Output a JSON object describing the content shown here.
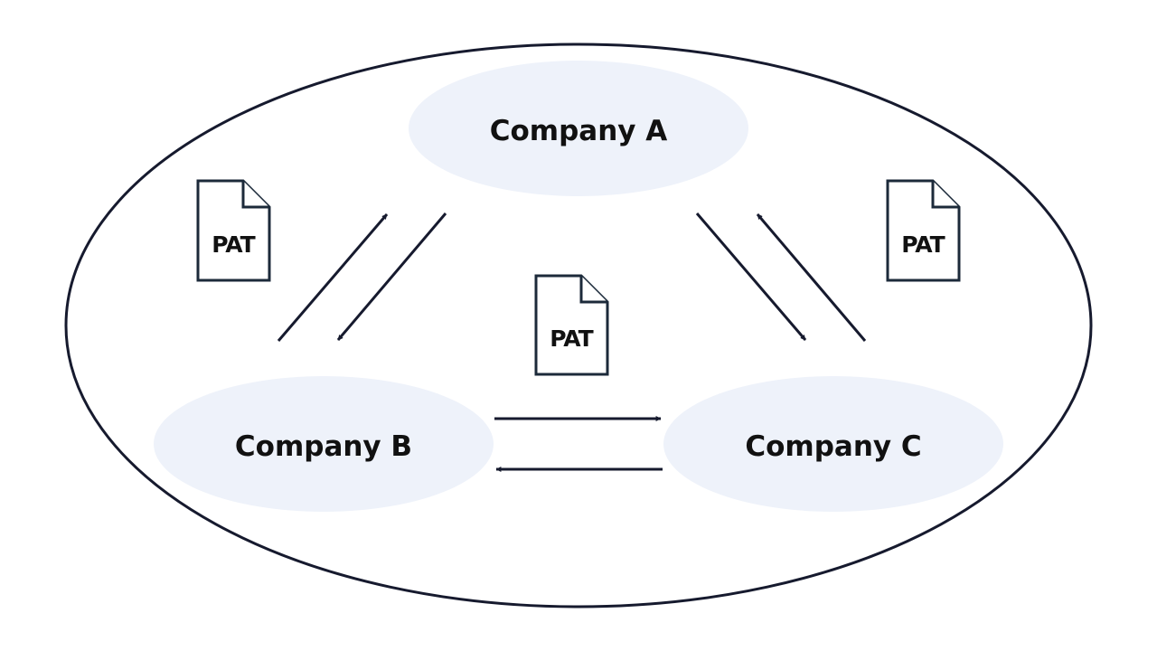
{
  "companies": {
    "a": {
      "label": "Company A"
    },
    "b": {
      "label": "Company B"
    },
    "c": {
      "label": "Company C"
    }
  },
  "documents": {
    "left": {
      "label": "PAT"
    },
    "center": {
      "label": "PAT"
    },
    "right": {
      "label": "PAT"
    }
  },
  "colors": {
    "outline": "#161a2e",
    "company_fill": "#eef2fa",
    "text": "#111111",
    "document_stroke": "#1c2a3a"
  }
}
